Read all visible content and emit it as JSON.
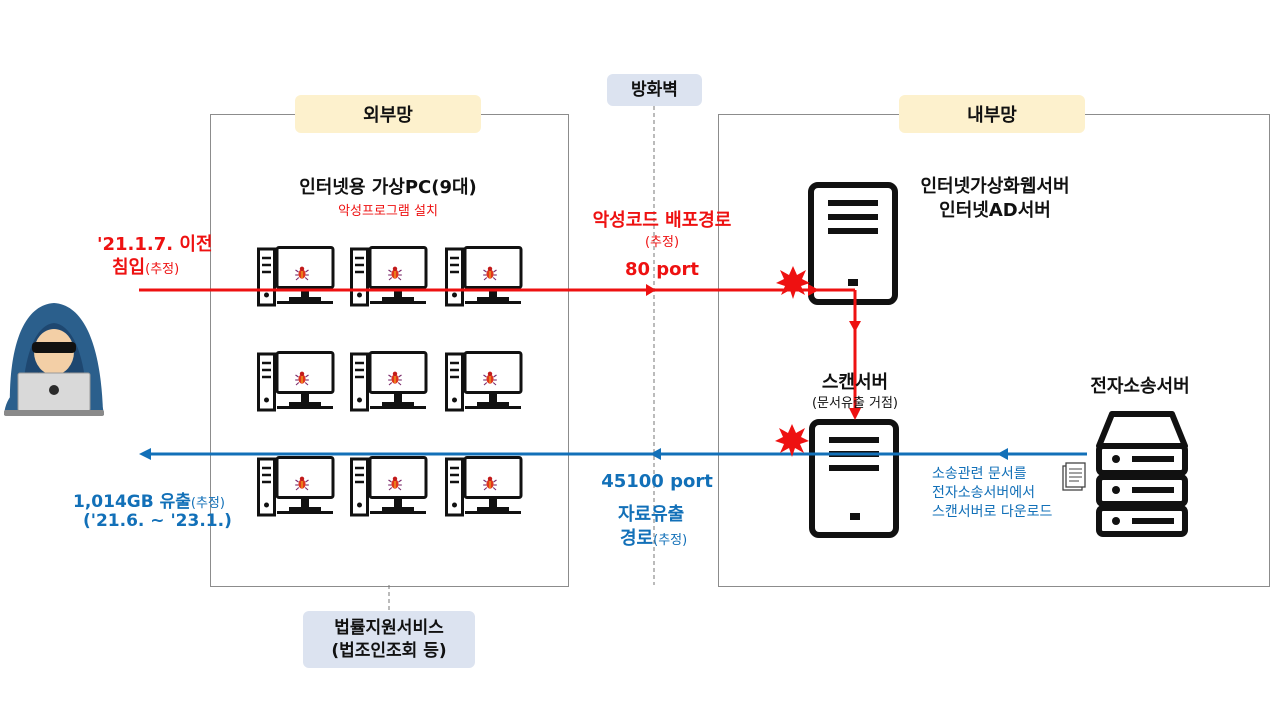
{
  "firewall": {
    "label": "방화벽"
  },
  "external": {
    "tag": "외부망",
    "pc_title": "인터넷용 가상PC(9대)",
    "pc_subtitle": "악성프로그램 설치"
  },
  "internal": {
    "tag": "내부망",
    "web_server_line1": "인터넷가상화웹서버",
    "web_server_line2": "인터넷AD서버",
    "scan_server_title": "스캔서버",
    "scan_server_sub": "(문서유출 거점)",
    "transfer_server_title": "전자소송서버",
    "note_line1": "소송관련 문서를",
    "note_line2": "전자소송서버에서",
    "note_line3": "스캔서버로 다운로드"
  },
  "intrusion": {
    "line1": "'21.1.7. 이전",
    "line2": "침입",
    "estimate": "(추정)"
  },
  "malware_route": {
    "line1": "악성코드 배포경로",
    "estimate": "(추정)",
    "port": "80 port"
  },
  "exfil": {
    "amount": "1,014GB 유출",
    "estimate": "(추정)",
    "period": "('21.6. ~ '23.1.)",
    "port": "45100 port",
    "route_line1": "자료유출",
    "route_line2": "경로",
    "route_estimate": "(추정)"
  },
  "legal_service": {
    "line1": "법률지원서비스",
    "line2": "(법조인조회 등)"
  },
  "colors": {
    "red": "#ee1111",
    "blue": "#1270b8",
    "tag_yellow": "#fdf1cd",
    "tag_blue": "#dce3f0"
  },
  "icons": [
    "hacker-icon",
    "pc-icon",
    "bug-icon",
    "server-tower-icon",
    "server-rack-icon",
    "document-icon",
    "explosion-icon"
  ]
}
